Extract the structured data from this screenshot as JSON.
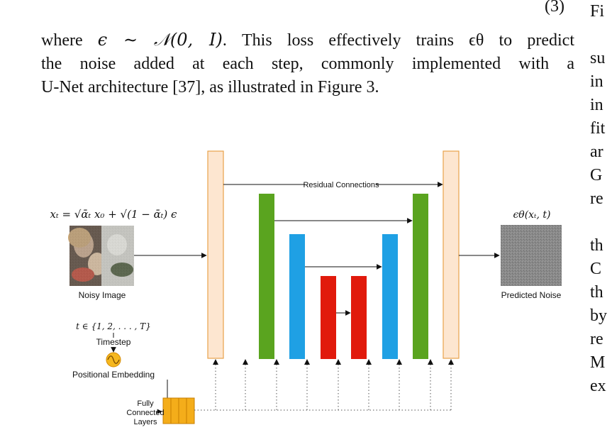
{
  "equation_number": "(3)",
  "paragraph": {
    "line1_pre": "where ",
    "line1_math": "ϵ ∼ 𝒩(0, I)",
    "line1_post": ". This loss effectively trains ϵθ to predict",
    "line2": "the noise added at each step, commonly implemented with a",
    "line3": "U-Net architecture [37], as illustrated in Figure 3."
  },
  "right_column_fragments": [
    "Fi",
    "",
    "su",
    "in",
    "in",
    "fit",
    "ar",
    "G",
    "re",
    "",
    "th",
    "C",
    "th",
    "by",
    "re",
    "M",
    "ex"
  ],
  "figure": {
    "input_equation": "xₜ = √ᾱₜ x₀ + √(1 − ᾱₜ) ϵ",
    "input_label": "Noisy Image",
    "output_equation": "ϵθ(xₜ, t)",
    "output_label": "Predicted Noise",
    "residual_label": "Residual Connections",
    "timestep_set": "t ∈ {1, 2, . . . , T}",
    "timestep_label": "Timestep",
    "positional_embedding_label": "Positional Embedding",
    "fc_label_line1": "Fully",
    "fc_label_line2": "Connected",
    "fc_label_line3": "Layers",
    "colors": {
      "outer_block_fill": "#fde6d0",
      "outer_block_stroke": "#e8a24b",
      "green": "#5aa41f",
      "blue": "#1fa0e4",
      "red": "#e11a0c",
      "fc": "#f4ad1a",
      "embedding": "#f6b81f",
      "noise": "#8a8a8a"
    }
  }
}
